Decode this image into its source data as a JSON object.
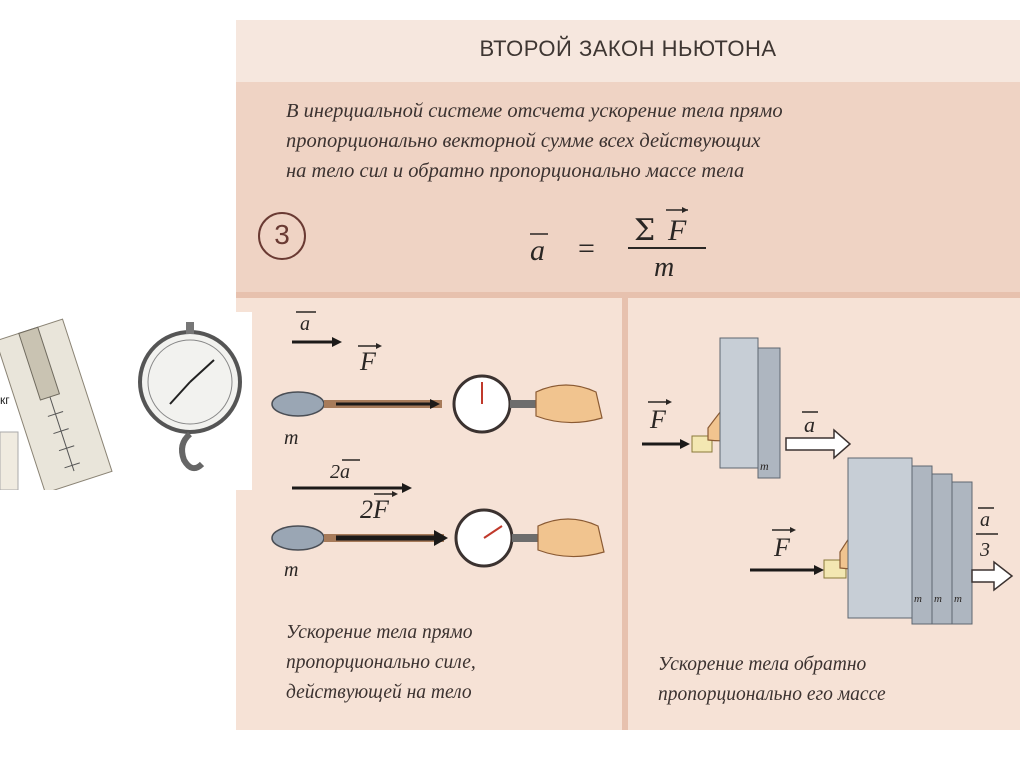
{
  "title": "ВТОРОЙ ЗАКОН НЬЮТОНА",
  "statement_lines": [
    "В инерциальной системе отсчета ускорение тела прямо",
    "пропорционально векторной сумме всех действующих",
    "на тело сил и обратно пропорционально массе тела"
  ],
  "formula_number": "3",
  "formula": {
    "lhs": "a",
    "equals": "=",
    "sum": "Σ",
    "force": "F",
    "mass": "m"
  },
  "left_panel": {
    "top": {
      "accel": "a",
      "force": "F",
      "mass": "m"
    },
    "bottom": {
      "accel": "2a",
      "force": "2F",
      "mass": "m"
    },
    "caption_lines": [
      "Ускорение тела прямо",
      "пропорционально силе,",
      "действующей на тело"
    ]
  },
  "right_panel": {
    "top": {
      "force": "F",
      "accel": "a",
      "mass": "m"
    },
    "bottom": {
      "force": "F",
      "accel_num": "a",
      "accel_den": "3",
      "masses": [
        "m",
        "m",
        "m"
      ]
    },
    "caption_lines": [
      "Ускорение тела обратно",
      "пропорционально его массе"
    ]
  },
  "photo_label": "кг"
}
